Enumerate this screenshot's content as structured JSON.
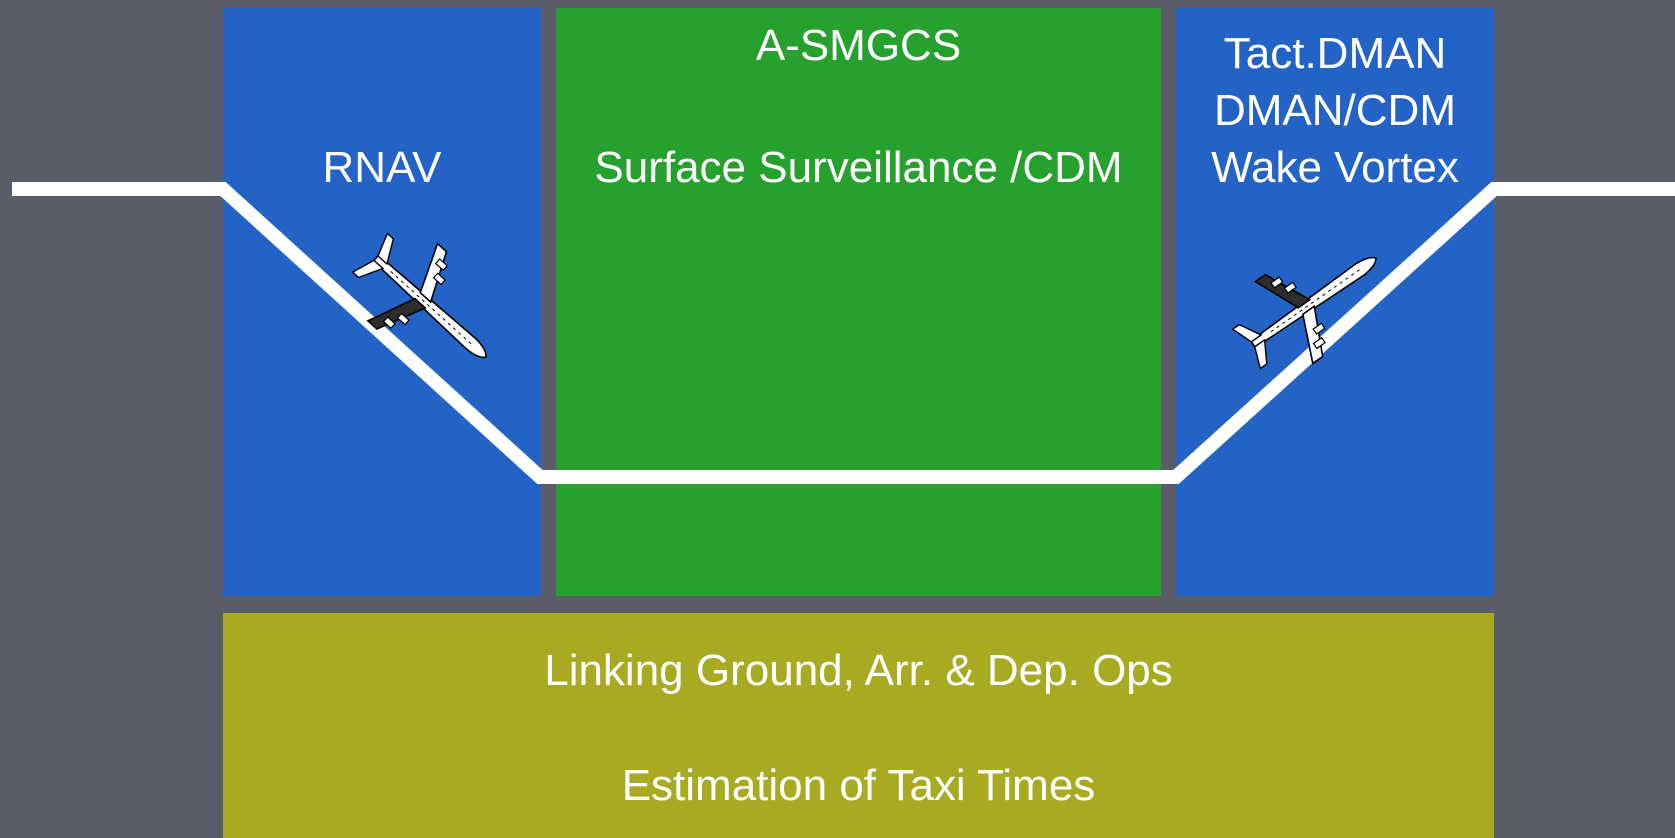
{
  "panels": {
    "rnav": {
      "label": "RNAV"
    },
    "asmgcs": {
      "title": "A-SMGCS",
      "subtitle": "Surface Surveillance /CDM"
    },
    "dman": {
      "lines": [
        "Tact.DMAN",
        "DMAN/CDM",
        "Wake Vortex"
      ]
    },
    "bottom": {
      "line1": "Linking Ground, Arr. & Dep. Ops",
      "line2": "Estimation of Taxi Times"
    }
  },
  "icons": {
    "landing": "airplane-icon",
    "takeoff": "airplane-icon"
  },
  "colors": {
    "background": "#5b5c6a",
    "blue_panel": "#2463c6",
    "green_panel": "#26a12e",
    "olive_panel": "#a8aa22",
    "path": "#ffffff"
  }
}
